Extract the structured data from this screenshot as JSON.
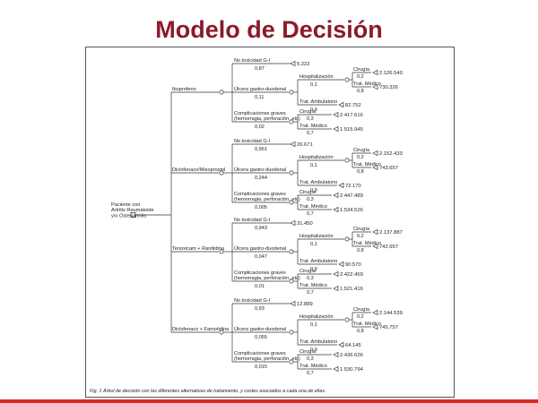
{
  "slide": {
    "title": "Modelo de Decisión"
  },
  "figure": {
    "caption": "Fig. 1 Árbol de decisión con las diferentes alternativas de tratamiento, y costes asociados a cada una de ellas."
  },
  "tree": {
    "root": [
      "Paciente con",
      "Artritis Reumatoide",
      "y/o Osteoartritis"
    ],
    "branches": [
      {
        "label": "Ibuprofeno",
        "outcomes": [
          {
            "label": "No toxicidad G-I",
            "prob": "0,87",
            "value": "5.222"
          },
          {
            "label": "Úlcera gastro-duodenal",
            "prob": "0,11",
            "sub": [
              {
                "label": "Hospitalización",
                "prob": "0,1",
                "sub": [
                  {
                    "label": "Cirugía",
                    "prob": "0,2",
                    "value": "2.126.540"
                  },
                  {
                    "label": "Trat. Médico",
                    "prob": "0,8",
                    "value": "730.326"
                  }
                ]
              },
              {
                "label": "Trat. Ambulatorio",
                "prob": "0,9",
                "value": "82.752"
              }
            ]
          },
          {
            "label": [
              "Complicaciones graves",
              "(hemorragia, perforación, etc)"
            ],
            "prob": "0,02",
            "sub": [
              {
                "label": "Cirugía",
                "prob": "0,3",
                "value": "2.417.616"
              },
              {
                "label": "Trat. Médico",
                "prob": "0,7",
                "value": "1.515.945"
              }
            ]
          }
        ]
      },
      {
        "label": "Diclofenaco/Misoprostol",
        "outcomes": [
          {
            "label": "No toxicidad G-I",
            "prob": "0,951",
            "value": "26.671"
          },
          {
            "label": "Úlcera gastro-duodenal",
            "prob": "0,244",
            "sub": [
              {
                "label": "Hospitalización",
                "prob": "0,1",
                "sub": [
                  {
                    "label": "Cirugía",
                    "prob": "0,2",
                    "value": "2.152.433"
                  },
                  {
                    "label": "Trat. Médico",
                    "prob": "0,8",
                    "value": "743.657"
                  }
                ]
              },
              {
                "label": "Trat. Ambulatorio",
                "prob": "0,9",
                "value": "72.170"
              }
            ]
          },
          {
            "label": [
              "Complicaciones graves",
              "(hemorragia, perforación, etc)"
            ],
            "prob": "0,005",
            "sub": [
              {
                "label": "Cirugía",
                "prob": "0,3",
                "value": "2.447.489"
              },
              {
                "label": "Trat. Médico",
                "prob": "0,7",
                "value": "1.534.526"
              }
            ]
          }
        ]
      },
      {
        "label": "Tenoxicam + Ranitidina",
        "outcomes": [
          {
            "label": "No toxicidad G-I",
            "prob": "0,943",
            "value": "31.450"
          },
          {
            "label": "Úlcera gastro-duodenal",
            "prob": "0,047",
            "sub": [
              {
                "label": "Hospitalización",
                "prob": "0,1",
                "sub": [
                  {
                    "label": "Cirugía",
                    "prob": "0,2",
                    "value": "2.137.887"
                  },
                  {
                    "label": "Trat. Médico",
                    "prob": "0,8",
                    "value": "742.657"
                  }
                ]
              },
              {
                "label": "Trat. Ambulatorio",
                "prob": "0,9",
                "value": "90.570"
              }
            ]
          },
          {
            "label": [
              "Complicaciones graves",
              "(hemorragia, perforación, etc)"
            ],
            "prob": "0,01",
            "sub": [
              {
                "label": "Cirugía",
                "prob": "0,3",
                "value": "2.422.459"
              },
              {
                "label": "Trat. Médico",
                "prob": "0,7",
                "value": "1.521.416"
              }
            ]
          }
        ]
      },
      {
        "label": "Diclofenaco + Famotidina",
        "outcomes": [
          {
            "label": "No toxicidad G-I",
            "prob": "0,93",
            "value": "12.889"
          },
          {
            "label": "Úlcera gastro-duodenal",
            "prob": "0,055",
            "sub": [
              {
                "label": "Hospitalización",
                "prob": "0,1",
                "sub": [
                  {
                    "label": "Cirugía",
                    "prob": "0,2",
                    "value": "2.144.539"
                  },
                  {
                    "label": "Trat. Médico",
                    "prob": "0,8",
                    "value": "745.757"
                  }
                ]
              },
              {
                "label": "Trat. Ambulatorio",
                "prob": "0,9",
                "value": "64.145"
              }
            ]
          },
          {
            "label": [
              "Complicaciones graves",
              "(hemorragia, perforación, etc)"
            ],
            "prob": "0,015",
            "sub": [
              {
                "label": "Cirugía",
                "prob": "0,3",
                "value": "2.436.626"
              },
              {
                "label": "Trat. Médico",
                "prob": "0,7",
                "value": "1.530.794"
              }
            ]
          }
        ]
      }
    ]
  }
}
